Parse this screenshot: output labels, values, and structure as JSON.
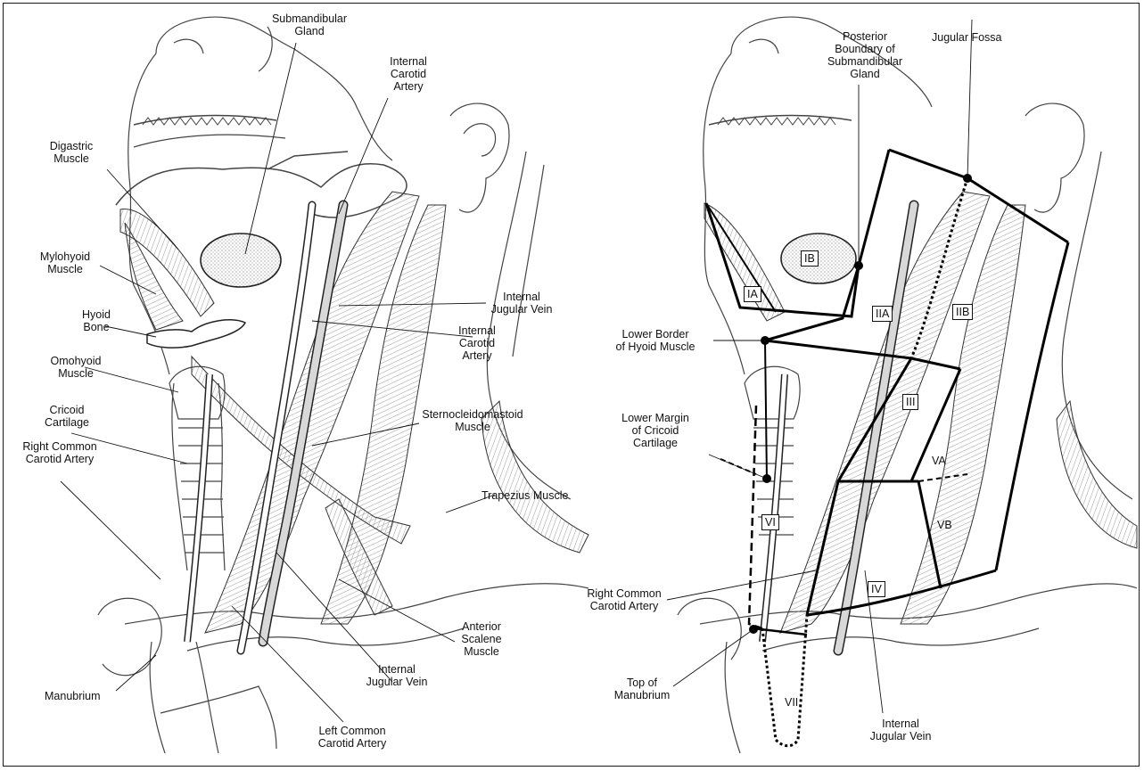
{
  "left_panel": {
    "labels": {
      "submandibular_gland": "Submandibular\nGland",
      "internal_carotid_artery_upper": "Internal\nCarotid\nArtery",
      "digastric_muscle": "Digastric\nMuscle",
      "mylohyoid_muscle": "Mylohyoid\nMuscle",
      "hyoid_bone": "Hyoid\nBone",
      "internal_jugular_vein_upper": "Internal\nJugular Vein",
      "internal_carotid_artery_mid": "Internal\nCarotid\nArtery",
      "omohyoid_muscle": "Omohyoid\nMuscle",
      "cricoid_cartilage": "Cricoid\nCartilage",
      "right_common_carotid_artery": "Right Common\nCarotid Artery",
      "sternocleidomastoid_muscle": "Sternocleidomastoid\nMuscle",
      "trapezius_muscle": "Trapezius Muscle",
      "anterior_scalene_muscle": "Anterior\nScalene\nMuscle",
      "internal_jugular_vein_lower": "Internal\nJugular Vein",
      "left_common_carotid_artery": "Left Common\nCarotid Artery",
      "manubrium": "Manubrium"
    }
  },
  "right_panel": {
    "labels": {
      "posterior_boundary": "Posterior\nBoundary of\nSubmandibular\nGland",
      "jugular_fossa": "Jugular Fossa",
      "lower_border_hyoid": "Lower Border\nof Hyoid Muscle",
      "lower_margin_cricoid": "Lower Margin\nof Cricoid\nCartilage",
      "right_common_carotid_artery": "Right Common\nCarotid Artery",
      "top_of_manubrium": "Top of\nManubrium",
      "internal_jugular_vein": "Internal\nJugular Vein"
    },
    "levels": {
      "ia": "IA",
      "ib": "IB",
      "iia": "IIA",
      "iib": "IIB",
      "iii": "III",
      "iv": "IV",
      "va": "VA",
      "vb": "VB",
      "vi": "VI",
      "vii": "VII"
    }
  },
  "colors": {
    "line": "#1a1a1a",
    "muscle": "#8a8a8a",
    "background": "#ffffff"
  }
}
